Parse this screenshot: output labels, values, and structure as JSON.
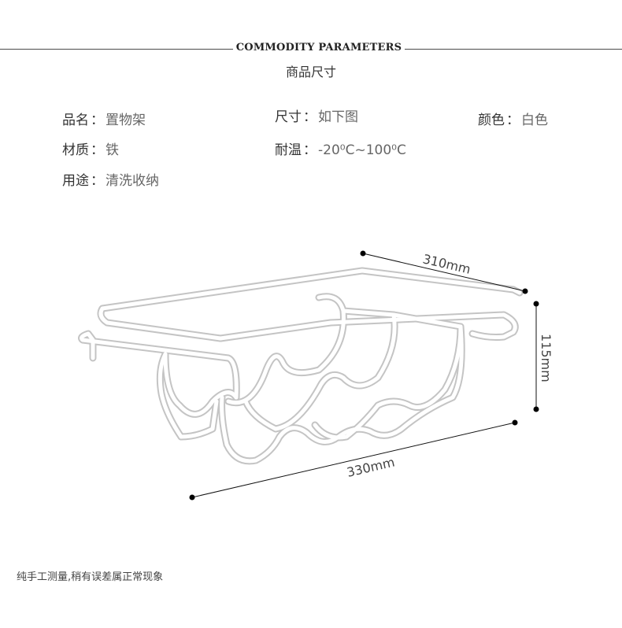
{
  "header": {
    "title": "COMMODITY PARAMETERS",
    "subtitle": "商品尺寸"
  },
  "params": {
    "name": {
      "label": "品名",
      "value": "置物架"
    },
    "size": {
      "label": "尺寸",
      "value": "如下图"
    },
    "color": {
      "label": "颜色",
      "value": "白色"
    },
    "material": {
      "label": "材质",
      "value": "铁"
    },
    "temperature": {
      "label": "耐温",
      "value": "-20⁰C~100⁰C"
    },
    "usage": {
      "label": "用途",
      "value": "清洗收纳"
    },
    "separator": "："
  },
  "dimensions": {
    "depth": "310mm",
    "height": "115mm",
    "width": "330mm"
  },
  "footnote": "纯手工测量,稍有误差属正常现象"
}
